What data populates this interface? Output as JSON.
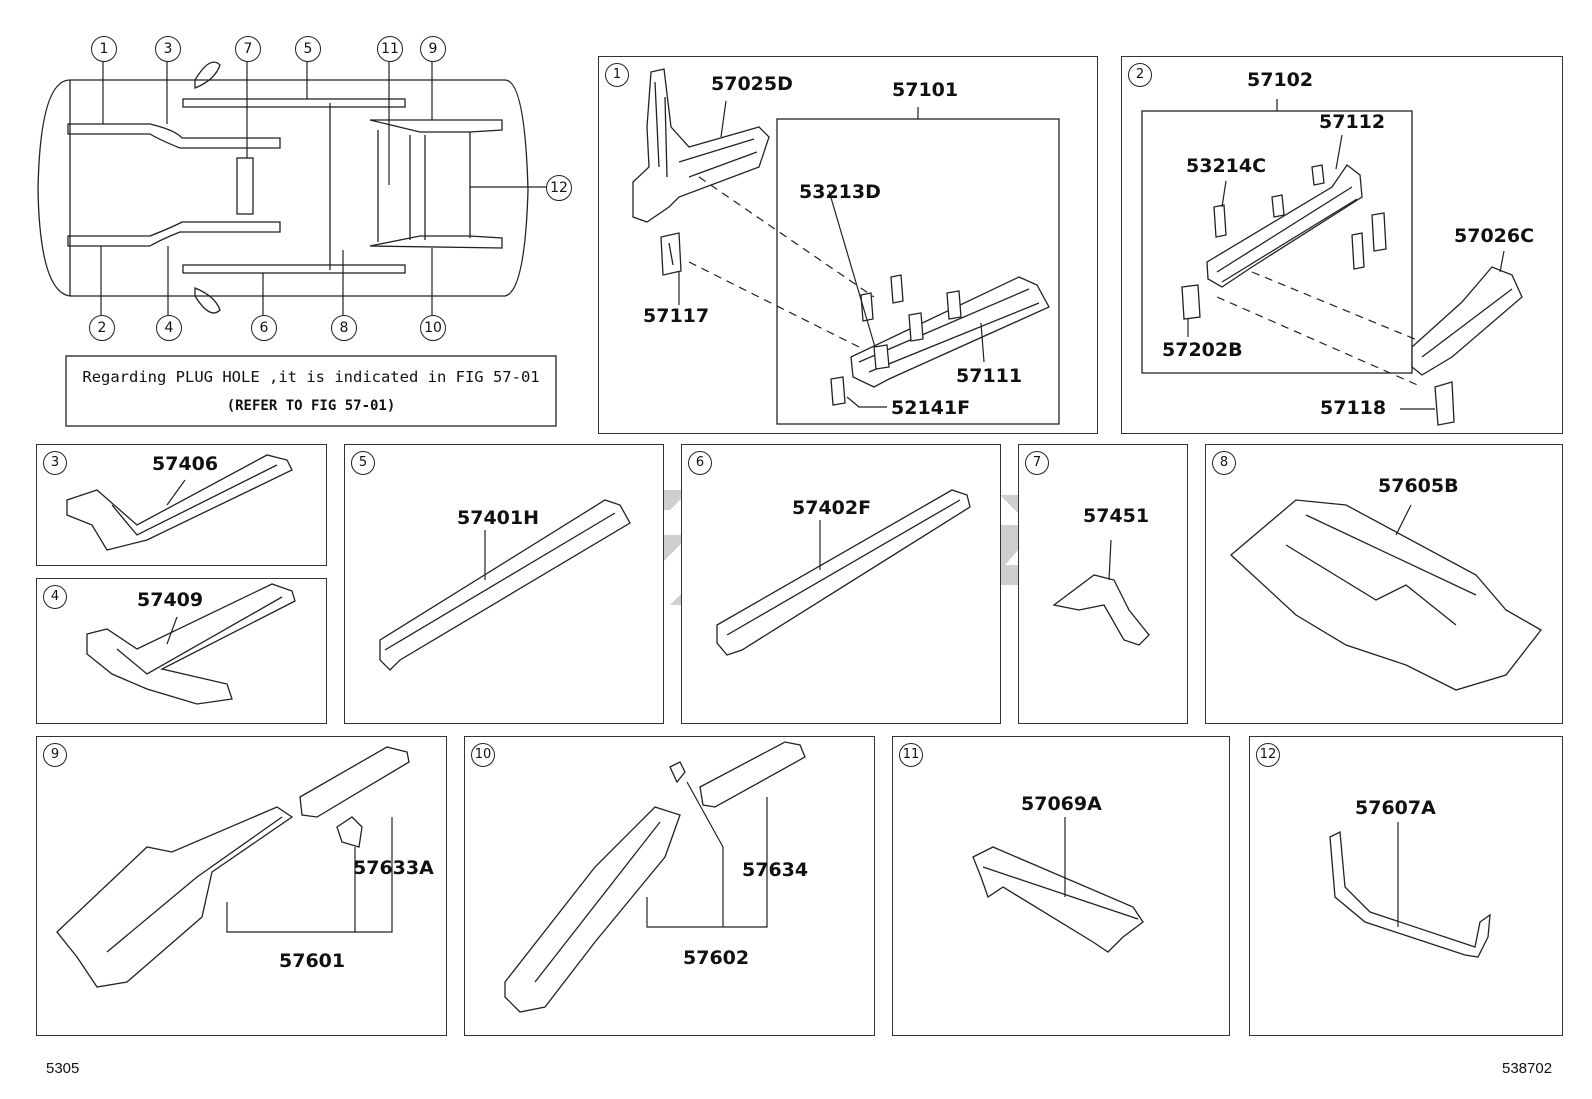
{
  "overview": {
    "callouts_top": [
      "1",
      "3",
      "7",
      "5",
      "11",
      "9"
    ],
    "callouts_bottom": [
      "2",
      "4",
      "6",
      "8",
      "10"
    ],
    "callout_right": "12",
    "note_line1": "Regarding PLUG HOLE ,it is indicated in FIG 57-01",
    "note_line2": "(REFER TO FIG 57-01)"
  },
  "panels": [
    {
      "num": "1",
      "parts": [
        "57025D",
        "57101",
        "53213D",
        "57117",
        "57111",
        "52141F"
      ]
    },
    {
      "num": "2",
      "parts": [
        "57102",
        "57112",
        "53214C",
        "57026C",
        "57202B",
        "57118"
      ]
    },
    {
      "num": "3",
      "parts": [
        "57406"
      ]
    },
    {
      "num": "4",
      "parts": [
        "57409"
      ]
    },
    {
      "num": "5",
      "parts": [
        "57401H"
      ]
    },
    {
      "num": "6",
      "parts": [
        "57402F"
      ]
    },
    {
      "num": "7",
      "parts": [
        "57451"
      ]
    },
    {
      "num": "8",
      "parts": [
        "57605B"
      ]
    },
    {
      "num": "9",
      "parts": [
        "57633A",
        "57601"
      ]
    },
    {
      "num": "10",
      "parts": [
        "57634",
        "57602"
      ]
    },
    {
      "num": "11",
      "parts": [
        "57069A"
      ]
    },
    {
      "num": "12",
      "parts": [
        "57607A"
      ]
    }
  ],
  "footer": {
    "left": "5305",
    "right": "538702"
  }
}
